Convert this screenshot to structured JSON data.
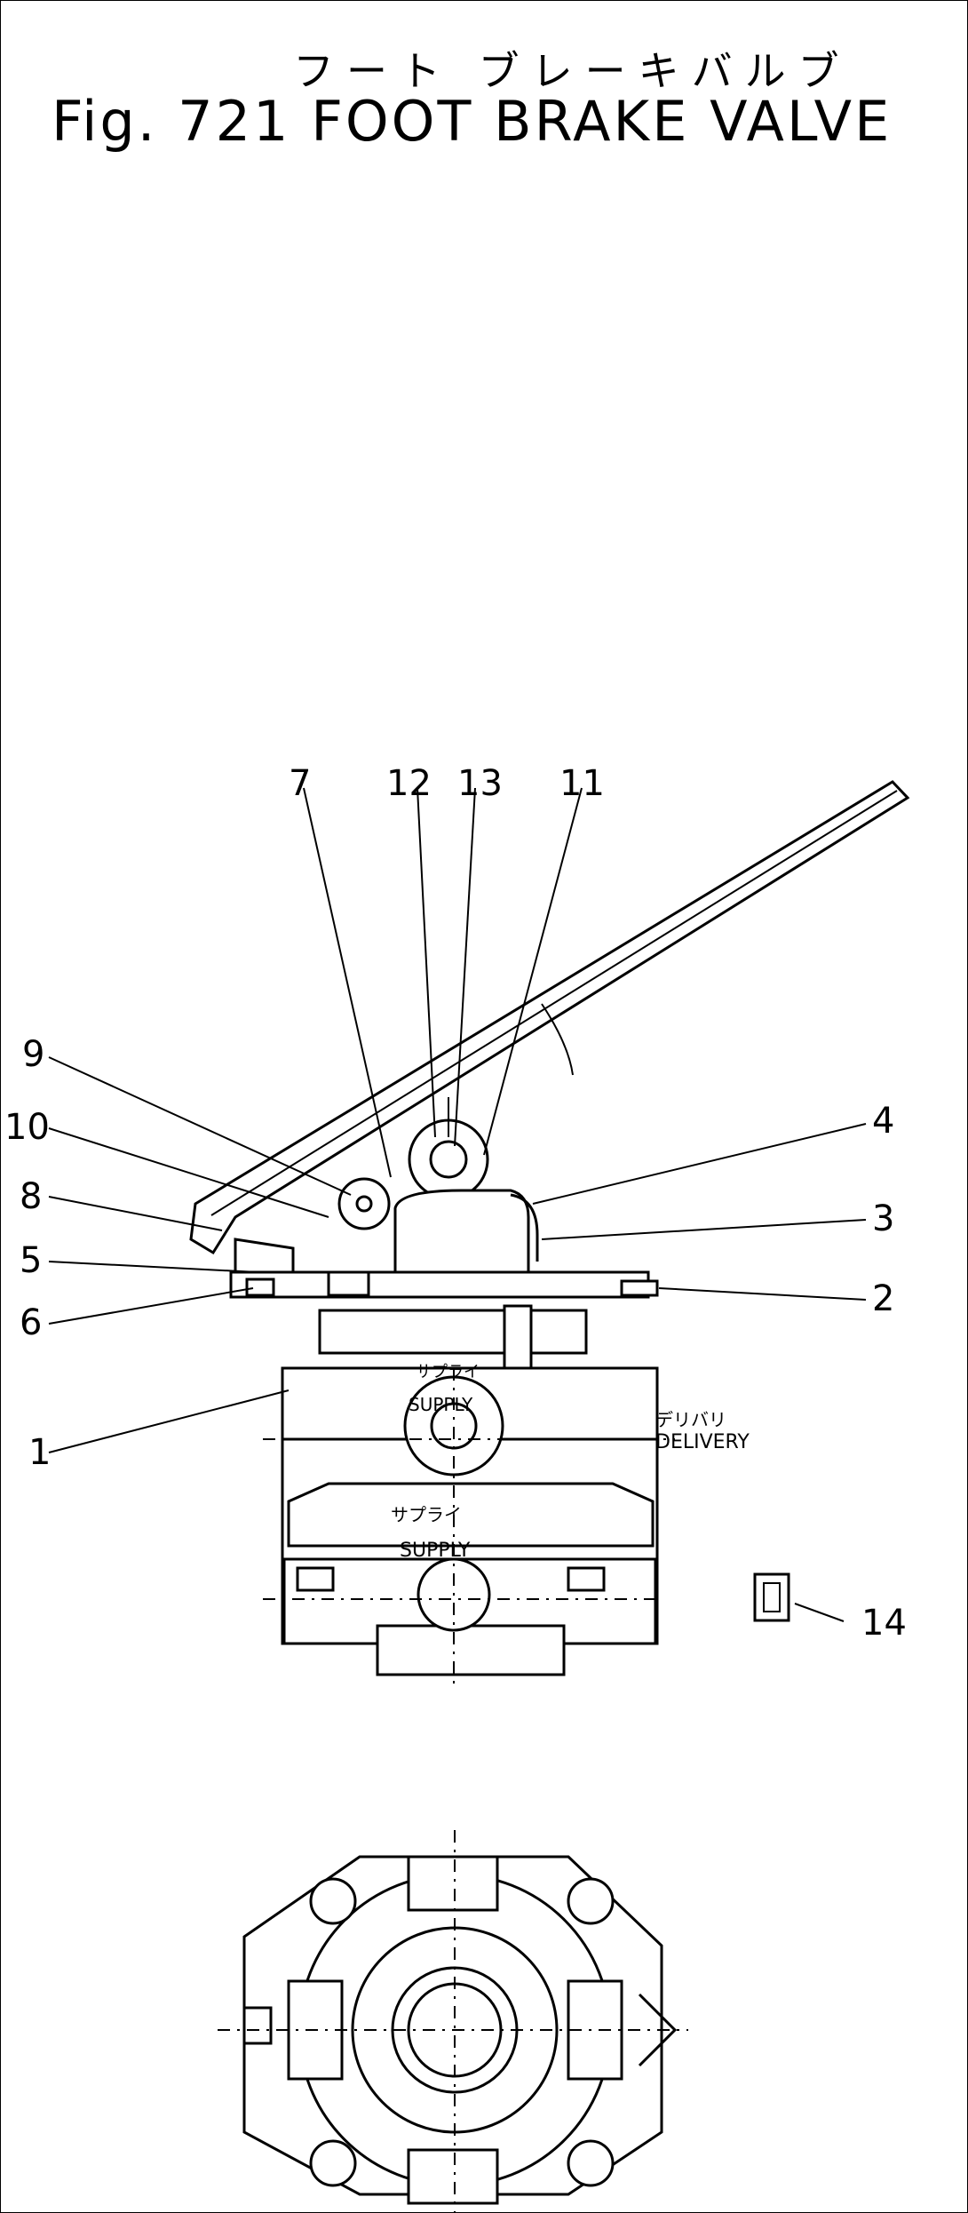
{
  "title": {
    "japanese": "フート ブレーキバルブ",
    "english": "Fig. 721 FOOT BRAKE VALVE"
  },
  "callouts": [
    "1",
    "2",
    "3",
    "4",
    "5",
    "6",
    "7",
    "8",
    "9",
    "10",
    "11",
    "12",
    "13",
    "14"
  ],
  "port_labels": {
    "delivery_jp": "デリバリ",
    "delivery": "DELIVERY",
    "supply_top_jp": "サプライ",
    "supply_top": "SUPPLY",
    "supply_bottom_jp": "サプライ",
    "supply_bottom": "SUPPLY"
  }
}
